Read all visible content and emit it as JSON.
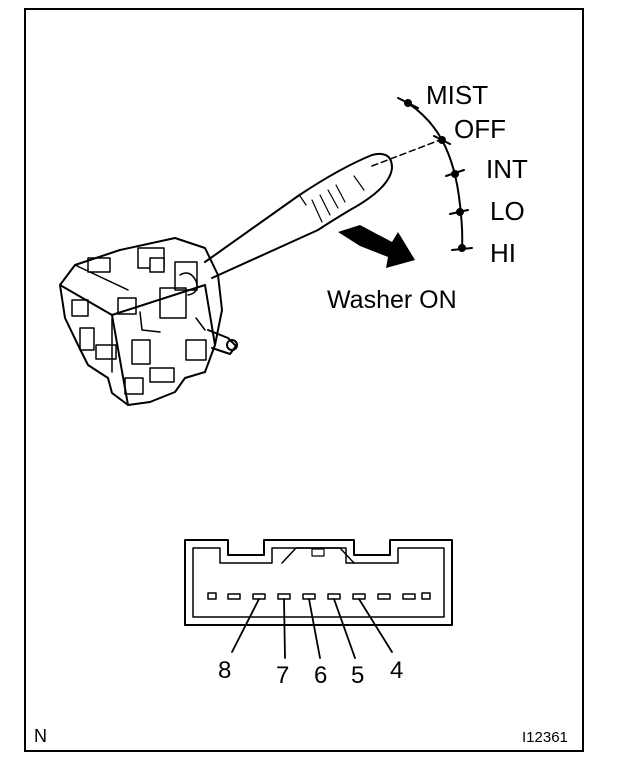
{
  "switch_positions": [
    "MIST",
    "OFF",
    "INT",
    "LO",
    "HI"
  ],
  "action_label": "Washer ON",
  "connector_pins": [
    "8",
    "7",
    "6",
    "5",
    "4"
  ],
  "corner_mark": "N",
  "figure_id": "I12361"
}
